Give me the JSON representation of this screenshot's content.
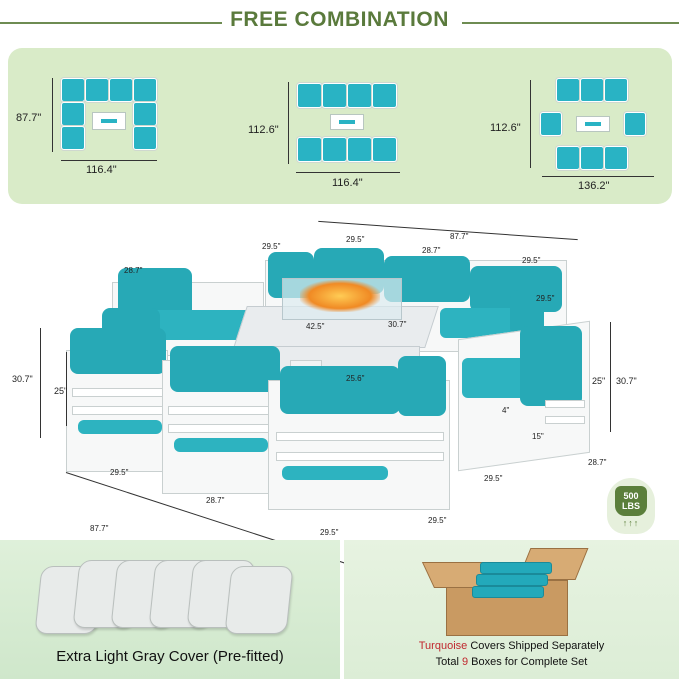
{
  "header": {
    "title": "FREE COMBINATION"
  },
  "layouts": [
    {
      "height_label": "87.7\"",
      "width_label": "116.4\""
    },
    {
      "height_label": "112.6\"",
      "width_label": "116.4\""
    },
    {
      "height_label": "112.6\"",
      "width_label": "136.2\""
    }
  ],
  "scene": {
    "labels_top": [
      "87.7\"",
      "29.5\"",
      "29.5\"",
      "28.7\"",
      "29.5\"",
      "28.7\"",
      "29.5\""
    ],
    "table": {
      "width": "42.5\"",
      "depth": "30.7\"",
      "height": "25.6\""
    },
    "left_heights": [
      "30.7\"",
      "25\""
    ],
    "right_heights": [
      "25\"",
      "30.7\""
    ],
    "right_small": [
      "4\"",
      "15\""
    ],
    "right_depth": "28.7\"",
    "bottom_labels": [
      "29.5\"",
      "28.7\"",
      "29.5\"",
      "87.7\"",
      "29.5\"",
      "29.5\""
    ]
  },
  "badge": {
    "weight": "500",
    "unit": "LBS",
    "arrows": "↑↑↑"
  },
  "covers": {
    "caption": "Extra Light Gray Cover (Pre-fitted)",
    "count": 6
  },
  "shipping": {
    "color_word": "Turquoise",
    "line1_rest": " Covers Shipped Separately",
    "line2_pre": "Total ",
    "line2_num": "9",
    "line2_post": " Boxes for Complete Set"
  },
  "colors": {
    "accent_green": "#5a7a3c",
    "cushion": "#29b3c4",
    "highlight_red": "#c0282e"
  }
}
